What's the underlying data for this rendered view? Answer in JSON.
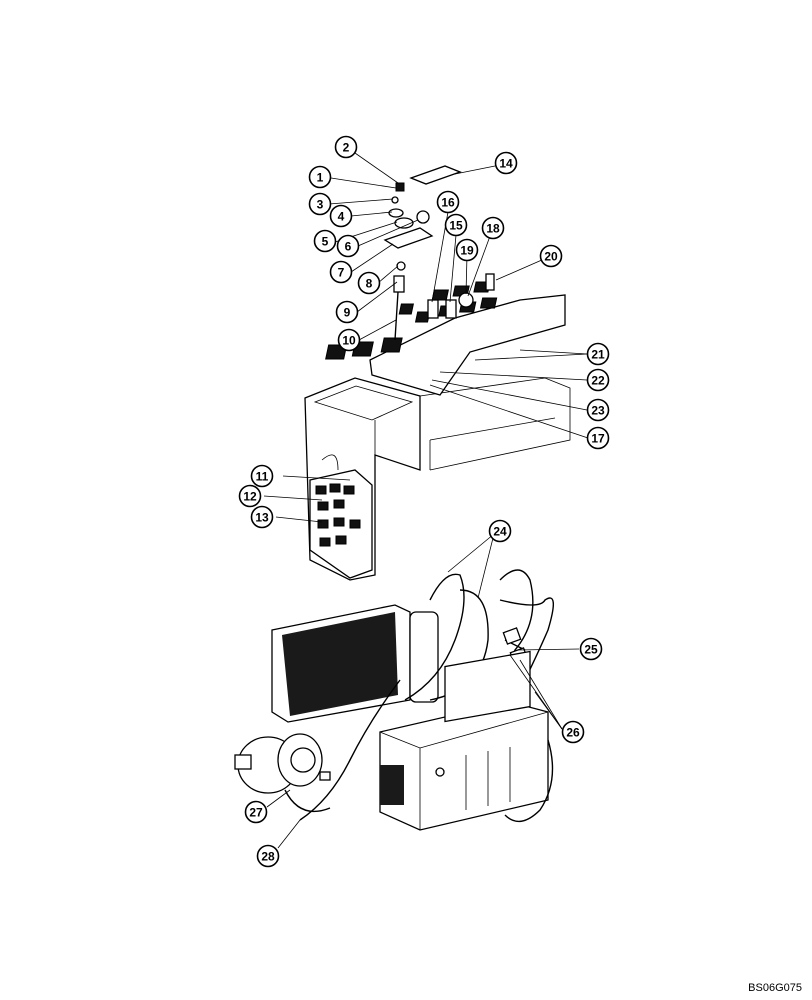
{
  "diagram": {
    "callouts": [
      "1",
      "2",
      "3",
      "4",
      "5",
      "6",
      "7",
      "8",
      "9",
      "10",
      "11",
      "12",
      "13",
      "14",
      "15",
      "16",
      "17",
      "18",
      "19",
      "20",
      "21",
      "22",
      "23",
      "24",
      "25",
      "26",
      "27",
      "28"
    ],
    "doc_code": "BS06G075"
  }
}
